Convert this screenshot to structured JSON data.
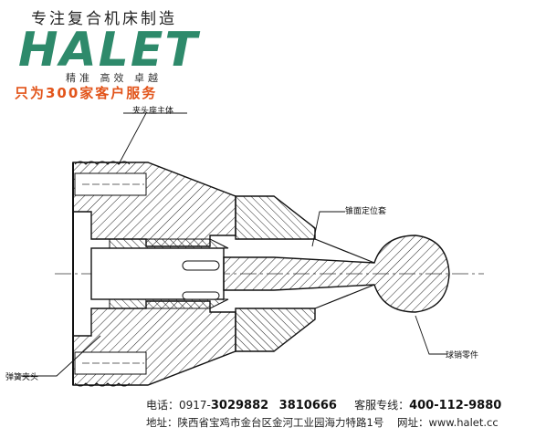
{
  "header": {
    "tagline": "专注复合机床制造",
    "logo_text": "HALET",
    "quality_line": "精准 高效 卓越",
    "service_line": "只为300家客户服务",
    "colors": {
      "logo": "#2e8a6b",
      "service": "#e2541a"
    }
  },
  "labels": {
    "chuck_body": "夹头座主体",
    "cone_sleeve": "锥面定位套",
    "ball_pin": "球销零件",
    "spring_collet": "弹簧夹头"
  },
  "footer": {
    "phone_label": "电话：0917-",
    "phone1": "3029882",
    "phone2": "3810666",
    "hotline_label": "客服专线：",
    "hotline": "400-112-9880",
    "address_label": "地址：",
    "address": "陕西省宝鸡市金台区金河工业园海力特路1号",
    "web_label": "网址：",
    "web": "www.halet.cc"
  }
}
